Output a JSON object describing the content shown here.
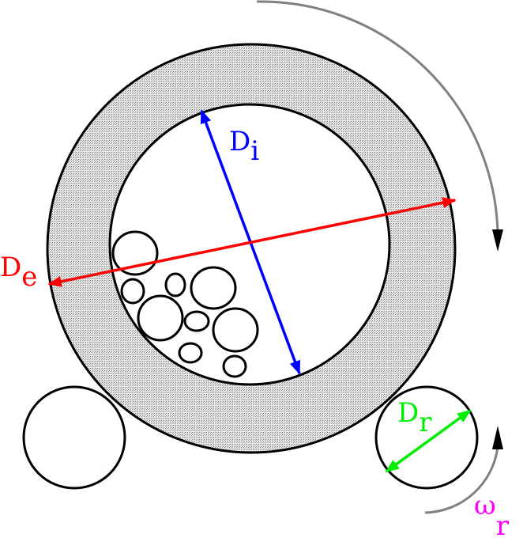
{
  "labels": {
    "inner_diameter": {
      "main": "D",
      "sub": "i"
    },
    "outer_diameter": {
      "main": "D",
      "sub": "e"
    },
    "roller_diameter": {
      "main": "D",
      "sub": "r"
    },
    "roller_speed": {
      "main": "ω",
      "sub": "r"
    }
  },
  "colors": {
    "inner": "#0000ff",
    "outer": "#ff0000",
    "roller": "#00ee00",
    "speed": "#ff00ff",
    "rotation": "#808080",
    "shell": "#c8c8c8"
  }
}
